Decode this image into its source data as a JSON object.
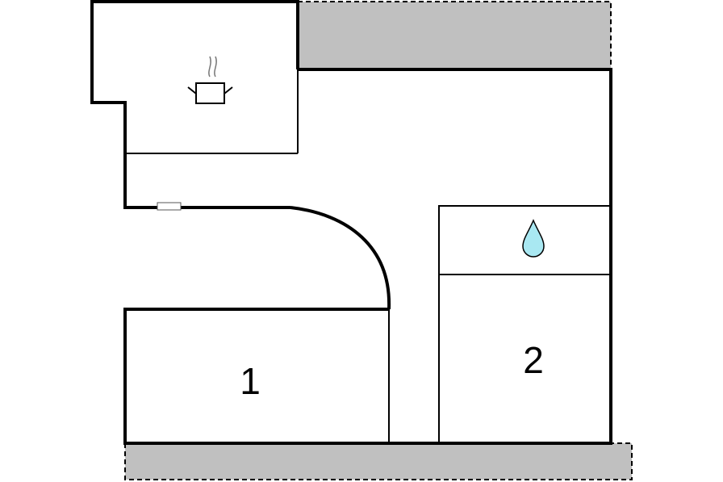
{
  "floorplan": {
    "rooms": [
      {
        "id": "room-1",
        "label": "1"
      },
      {
        "id": "room-2",
        "label": "2"
      }
    ],
    "icons": {
      "kitchen": "cooking-pot-icon",
      "bathroom": "water-drop-icon",
      "heater": "radiator-icon"
    },
    "colors": {
      "wall": "#000000",
      "terrace": "#c0c0c0",
      "water": "#a9e8f2",
      "background": "#ffffff"
    }
  }
}
